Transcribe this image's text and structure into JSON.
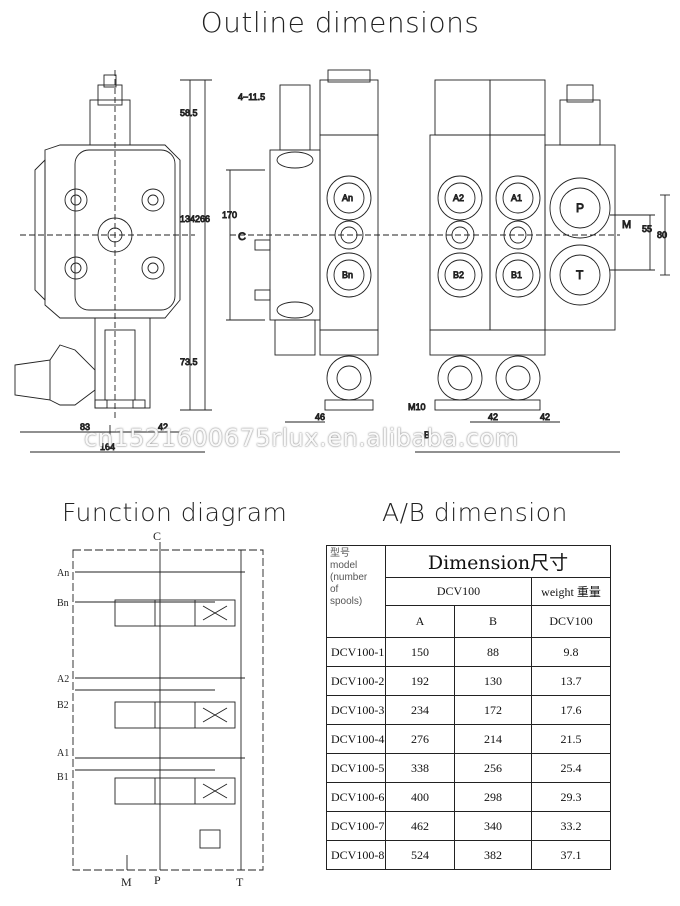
{
  "headings": {
    "outline": "Outline dimensions",
    "function": "Function diagram",
    "ab": "A/B dimension"
  },
  "watermark": "cn1521600675rlux.en.alibaba.com",
  "outline": {
    "dims": {
      "d58_5": "58.5",
      "d134": "134",
      "d266": "266",
      "d73_5": "73.5",
      "d83": "83",
      "d42a": "42",
      "d164": "164",
      "d4_11_5": "4−11.5",
      "d170": "170",
      "c": "C",
      "d46": "46",
      "m10": "M10",
      "b": "B",
      "d42b": "42",
      "d42c": "42",
      "m": "M",
      "d55": "55",
      "d80": "80"
    },
    "ports": {
      "an": "An",
      "bn": "Bn",
      "a2": "A2",
      "b2": "B2",
      "a1": "A1",
      "b1": "B1",
      "p": "P",
      "t": "T"
    }
  },
  "function_diagram": {
    "c": "C",
    "an": "An",
    "bn": "Bn",
    "a2": "A2",
    "b2": "B2",
    "a1": "A1",
    "b1": "B1",
    "m": "M",
    "p": "P",
    "t": "T"
  },
  "table": {
    "title": "Dimension尺寸",
    "model_label": "型号\nmodel\n(number\nof\nspools)",
    "group": "DCV100",
    "weight_label": "weight 重量",
    "col_a": "A",
    "col_b": "B",
    "col_w": "DCV100",
    "rows": [
      {
        "model": "DCV100-1",
        "a": "150",
        "b": "88",
        "w": "9.8"
      },
      {
        "model": "DCV100-2",
        "a": "192",
        "b": "130",
        "w": "13.7"
      },
      {
        "model": "DCV100-3",
        "a": "234",
        "b": "172",
        "w": "17.6"
      },
      {
        "model": "DCV100-4",
        "a": "276",
        "b": "214",
        "w": "21.5"
      },
      {
        "model": "DCV100-5",
        "a": "338",
        "b": "256",
        "w": "25.4"
      },
      {
        "model": "DCV100-6",
        "a": "400",
        "b": "298",
        "w": "29.3"
      },
      {
        "model": "DCV100-7",
        "a": "462",
        "b": "340",
        "w": "33.2"
      },
      {
        "model": "DCV100-8",
        "a": "524",
        "b": "382",
        "w": "37.1"
      }
    ]
  }
}
